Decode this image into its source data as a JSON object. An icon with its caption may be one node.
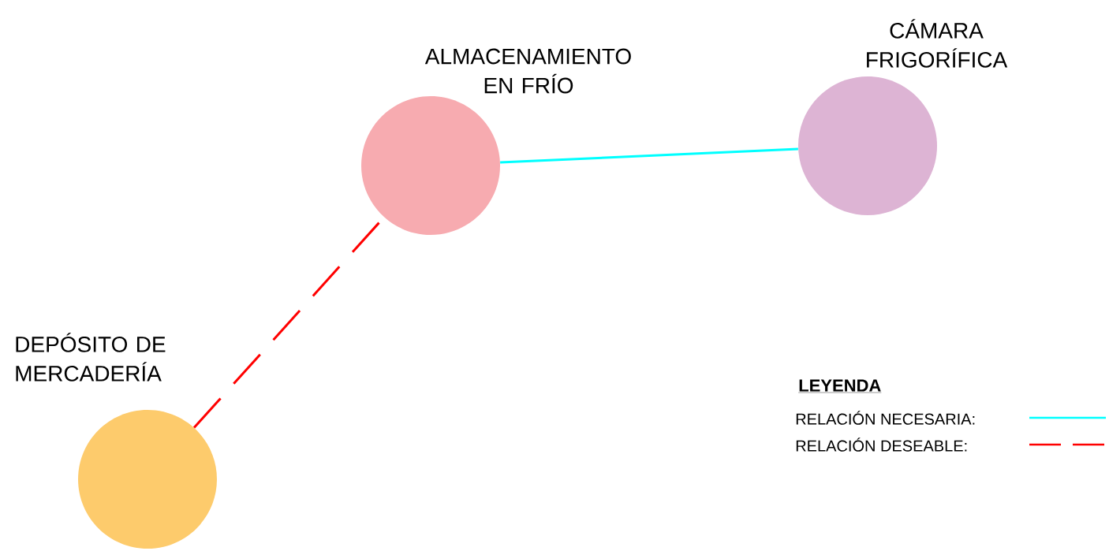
{
  "diagram": {
    "nodes": [
      {
        "text": [
          "ALMACENAMIENTO EN FRÍO"
        ]
      },
      {
        "text": [
          "CÁMARA FRIGORÍFICA"
        ]
      },
      {
        "text": [
          "DEPÓSITO DE MERCADERÍA"
        ]
      }
    ],
    "edges": [
      {
        "from": 0,
        "to": 1,
        "arrow": "none",
        "color": "#00ffff"
      },
      {
        "from": 2,
        "to": 0,
        "arrow": "none",
        "style": "dashed",
        "color": "#ff0000"
      }
    ],
    "labels": [
      "LEYENDA"
    ],
    "legend": [
      {
        "text": "RELACIÓN NECESARIA:"
      },
      {
        "text": "RELACIÓN DESEABLE:"
      }
    ]
  }
}
